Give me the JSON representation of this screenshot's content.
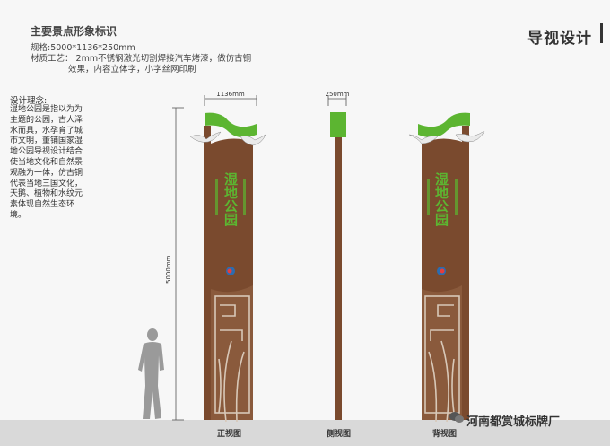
{
  "header": {
    "title": "导视设计"
  },
  "info": {
    "title": "主要景点形象标识",
    "spec": "规格:5000*1136*250mm",
    "material_line1": "材质工艺：   2mm不锈钢激光切割焊接汽车烤漆，做仿古铜",
    "material_line2": "效果，内容立体字，小字丝网印刷"
  },
  "concept": {
    "label": "设计理念:",
    "body": "湿地公园是指以为为主题的公园，古人泽水而具，水孕育了城市文明，董铺国家湿地公园导视设计结合使当地文化和自然景观融为一体，仿古铜代表当地三国文化，天鹅、植物和水纹元素体现自然生态环境。"
  },
  "dimensions": {
    "width": "1136mm",
    "depth": "250mm",
    "height": "5000mm"
  },
  "sign_text": "湿地公园",
  "views": {
    "front": "正视图",
    "side": "侧视图",
    "back": "背视图"
  },
  "watermark": "河南都赏城标牌厂",
  "colors": {
    "bronze": "#7a4a2e",
    "bronze_dark": "#5a321d",
    "green": "#5cb531",
    "ground": "#d9d9d9"
  }
}
